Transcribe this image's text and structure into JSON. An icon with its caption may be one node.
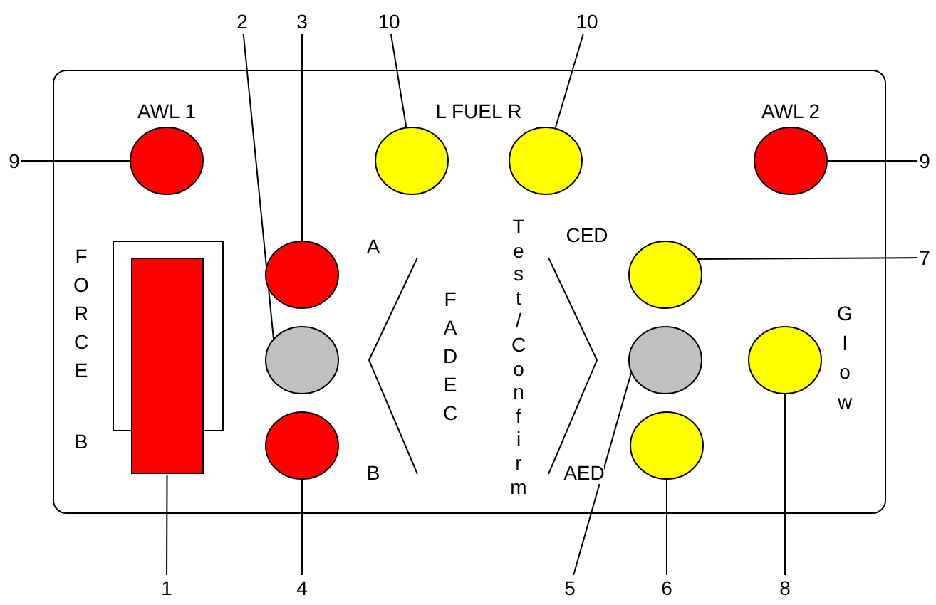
{
  "diagram": {
    "nodes": [
      {
        "text": [
          "9"
        ]
      },
      {
        "text": [
          "2"
        ]
      },
      {
        "text": [
          "3"
        ]
      },
      {
        "text": [
          "10"
        ]
      },
      {
        "text": [
          "10"
        ]
      },
      {
        "text": [
          "9"
        ]
      },
      {
        "text": [
          "7"
        ]
      },
      {
        "text": [
          "1"
        ]
      },
      {
        "text": [
          "4"
        ]
      },
      {
        "text": [
          "5"
        ]
      },
      {
        "text": [
          "6"
        ]
      },
      {
        "text": [
          "8"
        ]
      },
      {
        "text": [],
        "shape": "circle"
      },
      {
        "text": [],
        "shape": "circle"
      },
      {
        "text": [],
        "shape": "circle"
      },
      {
        "text": [],
        "shape": "circle"
      },
      {
        "text": [],
        "shape": "circle"
      },
      {
        "text": [],
        "shape": "circle"
      },
      {
        "text": [],
        "shape": "circle"
      },
      {
        "text": [],
        "shape": "circle"
      },
      {
        "text": [],
        "shape": "circle"
      },
      {
        "text": [],
        "shape": "circle"
      },
      {
        "text": [],
        "shape": "circle"
      },
      {
        "text": [],
        "shape": "box"
      }
    ],
    "edges": [
      {
        "from": 0,
        "to": 12,
        "arrow": "none"
      },
      {
        "from": 1,
        "to": 17,
        "arrow": "none"
      },
      {
        "from": 2,
        "to": 16,
        "arrow": "none"
      },
      {
        "from": 3,
        "to": 13,
        "arrow": "none"
      },
      {
        "from": 4,
        "to": 14,
        "arrow": "none"
      },
      {
        "from": 5,
        "to": 15,
        "arrow": "none"
      },
      {
        "from": 6,
        "to": 19,
        "arrow": "none"
      },
      {
        "from": 7,
        "to": 23,
        "arrow": "none"
      },
      {
        "from": 8,
        "to": 18,
        "arrow": "none"
      },
      {
        "from": 9,
        "to": 20,
        "arrow": "none"
      },
      {
        "from": 10,
        "to": 21,
        "arrow": "none"
      },
      {
        "from": 11,
        "to": 22,
        "arrow": "none"
      }
    ],
    "labels": [
      "AWL 1",
      "L FUEL R",
      "AWL 2",
      "Test/Confirm",
      "CED",
      "FORCE",
      "A",
      "FADEC",
      "Glow",
      "B",
      "B",
      "AED"
    ]
  }
}
